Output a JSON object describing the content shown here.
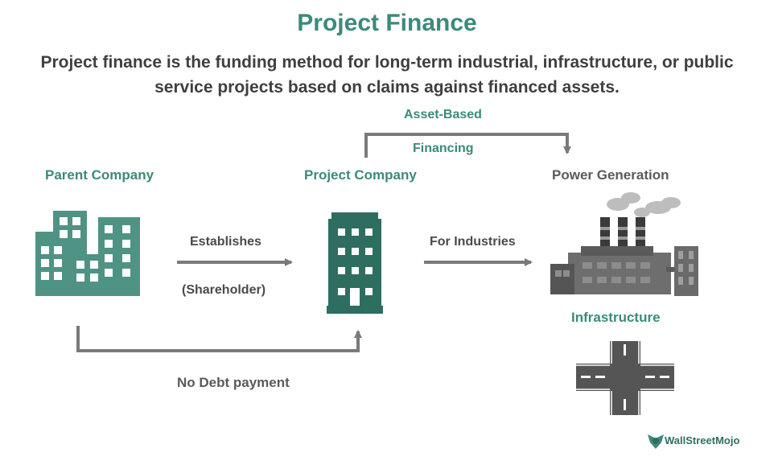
{
  "title": "Project Finance",
  "subtitle": "Project finance is the funding method for long-term industrial, infrastructure, or public service projects based on claims against financed assets.",
  "nodes": {
    "parent_company": "Parent Company",
    "project_company": "Project Company",
    "power_generation": "Power Generation",
    "infrastructure": "Infrastructure"
  },
  "edges": {
    "establishes": "Establishes",
    "shareholder": "(Shareholder)",
    "for_industries": "For Industries",
    "asset_based": "Asset-Based",
    "financing": "Financing",
    "no_debt": "No Debt payment"
  },
  "brand": "WallStreetMojo",
  "colors": {
    "teal": "#3b8a7a",
    "building_teal": "#4f9384",
    "dark_teal": "#2d6e60",
    "arrow_grey": "#7a7a7a",
    "text_dark": "#3f3f3f"
  },
  "icons": [
    "parent-buildings-icon",
    "project-building-icon",
    "factory-icon",
    "road-intersection-icon",
    "wallstreetmojo-logo-icon"
  ]
}
